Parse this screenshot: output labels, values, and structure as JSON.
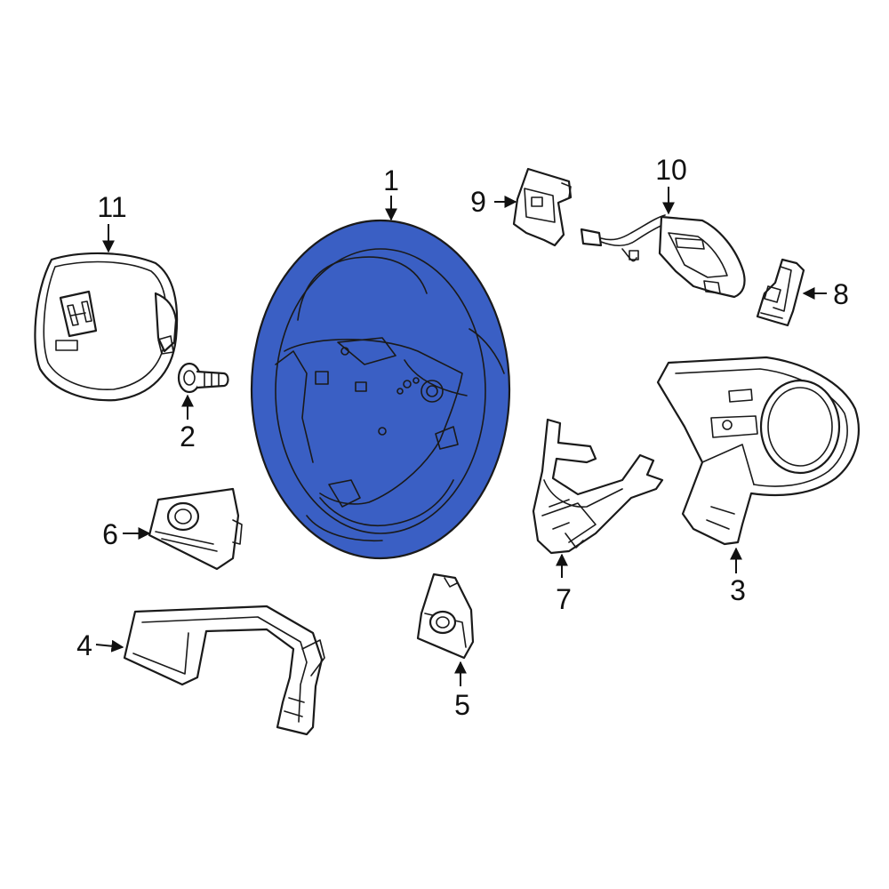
{
  "diagram": {
    "highlight_color": "#3a5fc4",
    "line_color": "#1a1a1a",
    "background_color": "#ffffff",
    "callouts": [
      {
        "id": "1",
        "label": "1",
        "part": "steering-wheel"
      },
      {
        "id": "2",
        "label": "2",
        "part": "bolt"
      },
      {
        "id": "3",
        "label": "3",
        "part": "rear-cover"
      },
      {
        "id": "4",
        "label": "4",
        "part": "lower-garnish"
      },
      {
        "id": "5",
        "label": "5",
        "part": "right-switch"
      },
      {
        "id": "6",
        "label": "6",
        "part": "left-switch"
      },
      {
        "id": "7",
        "label": "7",
        "part": "lower-cover"
      },
      {
        "id": "8",
        "label": "8",
        "part": "paddle-shifter"
      },
      {
        "id": "9",
        "label": "9",
        "part": "switch-bracket"
      },
      {
        "id": "10",
        "label": "10",
        "part": "wire-harness"
      },
      {
        "id": "11",
        "label": "11",
        "part": "airbag-module"
      }
    ]
  }
}
